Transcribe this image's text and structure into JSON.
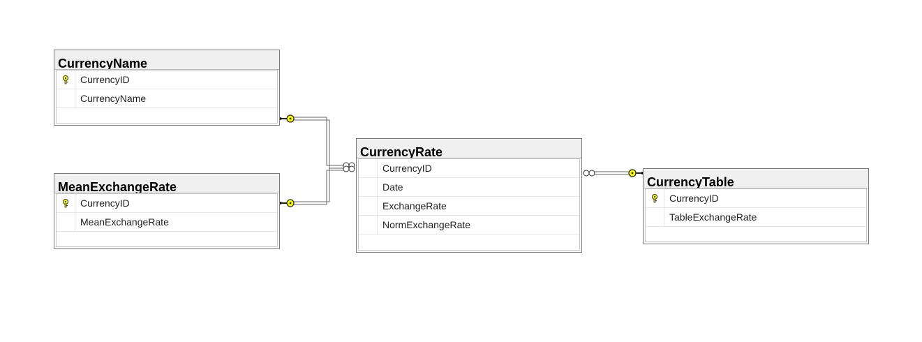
{
  "diagram": {
    "tables": {
      "currency_name": {
        "title": "CurrencyName",
        "columns": [
          {
            "name": "CurrencyID",
            "primary_key": true
          },
          {
            "name": "CurrencyName",
            "primary_key": false
          }
        ]
      },
      "mean_exchange_rate": {
        "title": "MeanExchangeRate",
        "columns": [
          {
            "name": "CurrencyID",
            "primary_key": true
          },
          {
            "name": "MeanExchangeRate",
            "primary_key": false
          }
        ]
      },
      "currency_rate": {
        "title": "CurrencyRate",
        "columns": [
          {
            "name": "CurrencyID",
            "primary_key": false
          },
          {
            "name": "Date",
            "primary_key": false
          },
          {
            "name": "ExchangeRate",
            "primary_key": false
          },
          {
            "name": "NormExchangeRate",
            "primary_key": false
          }
        ]
      },
      "currency_table": {
        "title": "CurrencyTable",
        "columns": [
          {
            "name": "CurrencyID",
            "primary_key": true
          },
          {
            "name": "TableExchangeRate",
            "primary_key": false
          }
        ]
      }
    },
    "relationships": [
      {
        "from": "CurrencyName",
        "to": "CurrencyRate",
        "from_end": "key",
        "to_end": "infinity"
      },
      {
        "from": "MeanExchangeRate",
        "to": "CurrencyRate",
        "from_end": "key",
        "to_end": "infinity"
      },
      {
        "from": "CurrencyTable",
        "to": "CurrencyRate",
        "from_end": "key",
        "to_end": "infinity"
      }
    ],
    "colors": {
      "key_fill": "#ffff00",
      "key_stroke": "#000000",
      "connector": "#555555",
      "header_bg": "#f0f0f0",
      "border": "#7a7a7a"
    },
    "icons": {
      "primary_key": "key-icon",
      "relationship_one": "key-end-icon",
      "relationship_many": "infinity-end-icon"
    }
  }
}
